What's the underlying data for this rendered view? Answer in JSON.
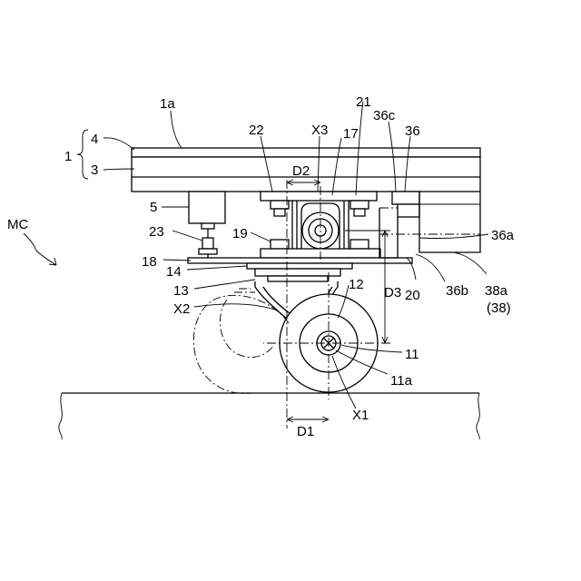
{
  "figure": {
    "labels": {
      "l1a": "1a",
      "l1": "1",
      "l4": "4",
      "l3": "3",
      "l22": "22",
      "lX3": "X3",
      "l17": "17",
      "l21": "21",
      "l36c": "36c",
      "l36": "36",
      "lD2": "D2",
      "l5": "5",
      "l23": "23",
      "l19": "19",
      "l36a": "36a",
      "lMC": "MC",
      "l18": "18",
      "l14": "14",
      "l13": "13",
      "l12": "12",
      "l20": "20",
      "l36b": "36b",
      "l38a": "38a",
      "l38": "(38)",
      "lD3": "D3",
      "lX2": "X2",
      "l11": "11",
      "l11a": "11a",
      "lX1": "X1",
      "lD1": "D1"
    }
  }
}
